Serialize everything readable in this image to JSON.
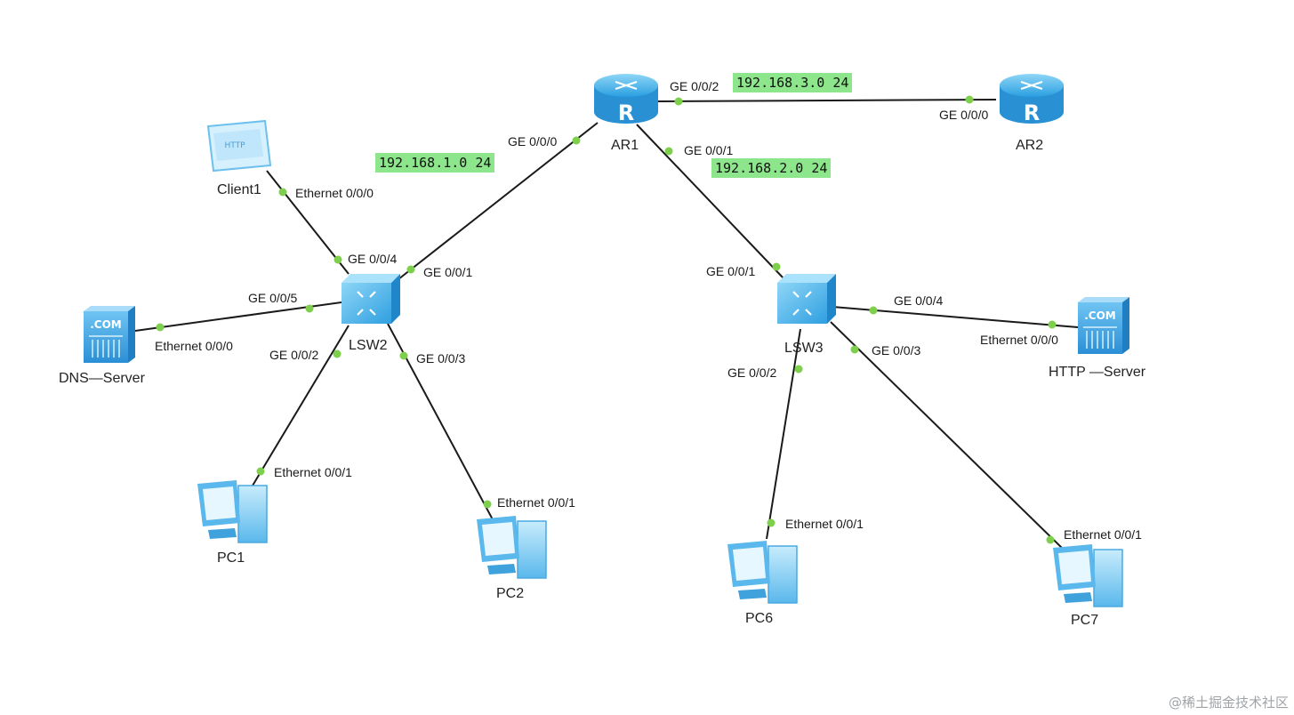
{
  "devices": {
    "ar1": "AR1",
    "ar2": "AR2",
    "client1": "Client1",
    "lsw2": "LSW2",
    "lsw3": "LSW3",
    "dns_server": "DNS—Server",
    "http_server": "HTTP —Server",
    "pc1": "PC1",
    "pc2": "PC2",
    "pc6": "PC6",
    "pc7": "PC7"
  },
  "icon_text": {
    "router": "R",
    "client": "HTTP",
    "server": ".COM"
  },
  "networks": {
    "net1": "192.168.1.0 24",
    "net2": "192.168.2.0 24",
    "net3": "192.168.3.0 24"
  },
  "ports": {
    "ar1_ge000": "GE 0/0/0",
    "ar1_ge001": "GE 0/0/1",
    "ar1_ge002": "GE 0/0/2",
    "ar2_ge000": "GE 0/0/0",
    "client1_eth": "Ethernet 0/0/0",
    "lsw2_ge004": "GE 0/0/4",
    "lsw2_ge001": "GE 0/0/1",
    "lsw2_ge005": "GE 0/0/5",
    "lsw2_ge002": "GE 0/0/2",
    "lsw2_ge003": "GE 0/0/3",
    "dns_eth": "Ethernet 0/0/0",
    "pc1_eth": "Ethernet 0/0/1",
    "pc2_eth": "Ethernet 0/0/1",
    "lsw3_ge001": "GE 0/0/1",
    "lsw3_ge004": "GE 0/0/4",
    "lsw3_ge002": "GE 0/0/2",
    "lsw3_ge003": "GE 0/0/3",
    "http_eth": "Ethernet 0/0/0",
    "pc6_eth": "Ethernet 0/0/1",
    "pc7_eth": "Ethernet 0/0/1"
  },
  "watermark": "@稀土掘金技术社区",
  "colors": {
    "link": "#1a1a1a",
    "port_dot": "#7ed04c",
    "net_highlight": "#8ee68c",
    "device_blue": "#4fb0ea"
  }
}
